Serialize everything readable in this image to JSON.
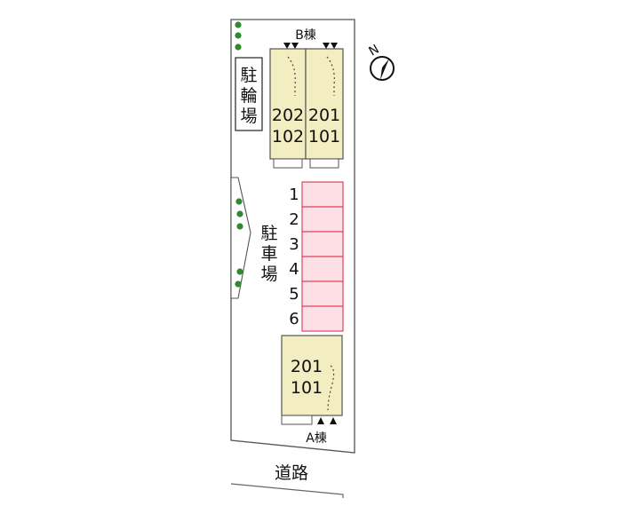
{
  "building_b": {
    "label": "B棟",
    "units": [
      {
        "upper": "202",
        "lower": "102"
      },
      {
        "upper": "201",
        "lower": "101"
      }
    ]
  },
  "building_a": {
    "label": "A棟",
    "units": [
      {
        "upper": "201",
        "lower": "101"
      }
    ]
  },
  "bicycle_parking": {
    "chars": [
      "駐",
      "輪",
      "場"
    ]
  },
  "parking_lot": {
    "chars": [
      "駐",
      "車",
      "場"
    ],
    "spaces": [
      "1",
      "2",
      "3",
      "4",
      "5",
      "6"
    ]
  },
  "road": {
    "label": "道路"
  },
  "compass": {
    "north": "N"
  },
  "colors": {
    "building_fill": "#f3edc2",
    "parking_fill": "#fde0e6",
    "parking_stroke": "#d9475f",
    "tree": "#2f8a2f"
  }
}
